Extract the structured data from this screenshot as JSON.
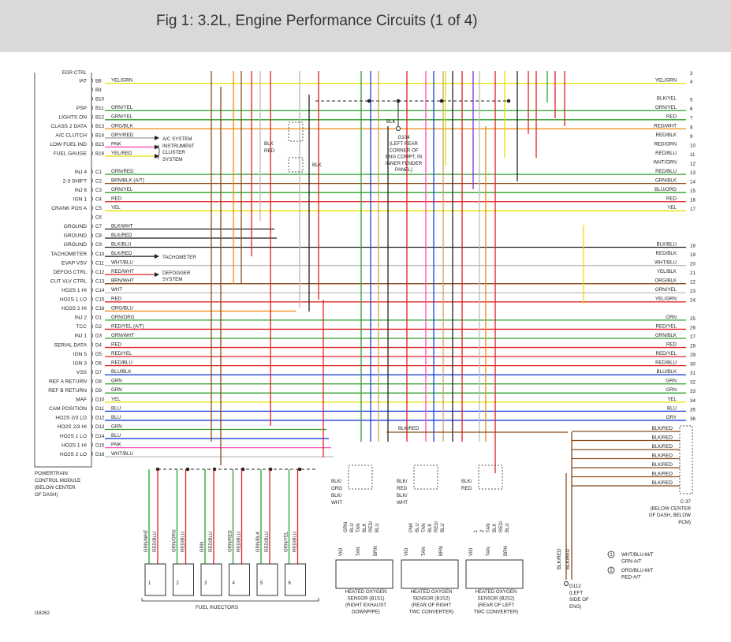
{
  "page": {
    "title": "Fig 1: 3.2L, Engine Performance Circuits (1 of 4)"
  },
  "pcm": {
    "pins": [
      {
        "pin": "B8",
        "label": "IAT",
        "wire": "YEL/GRN",
        "conn": "4",
        "conn_label": "YEL/GRN"
      },
      {
        "pin": "B9",
        "label": "",
        "wire": "",
        "conn": "",
        "conn_label": ""
      },
      {
        "pin": "B10",
        "label": "",
        "wire": "",
        "conn": "5",
        "conn_label": "BLK/YEL"
      },
      {
        "pin": "B11",
        "label": "PSP",
        "wire": "GRN/YEL",
        "conn": "6",
        "conn_label": "GRN/YEL"
      },
      {
        "pin": "B12",
        "label": "LIGHTS ON",
        "wire": "GRN/YEL",
        "conn": "7",
        "conn_label": "RED"
      },
      {
        "pin": "B13",
        "label": "CLASS 2 DATA",
        "wire": "ORG/BLK",
        "conn": "8",
        "conn_label": "RED/WHT"
      },
      {
        "pin": "B14",
        "label": "A/C CLUTCH",
        "wire": "GRY/RED",
        "conn": "9",
        "conn_label": "RED/BLK"
      },
      {
        "pin": "B15",
        "label": "LOW FUEL IND",
        "wire": "PNK",
        "conn": "10",
        "conn_label": "RED/GRN"
      },
      {
        "pin": "B16",
        "label": "FUEL GAUGE",
        "wire": "YEL/RED",
        "conn": "11",
        "conn_label": "RED/BLU"
      },
      {
        "pin": "",
        "label": "",
        "wire": "",
        "conn": "12",
        "conn_label": "WHT/GRN"
      },
      {
        "pin": "C1",
        "label": "INJ 4",
        "wire": "GRN/RED",
        "conn": "13",
        "conn_label": "RED/BLU"
      },
      {
        "pin": "C2",
        "label": "2-3 SHIFT",
        "wire": "BRN/BLK (A/T)",
        "conn": "14",
        "conn_label": "GRN/BLK"
      },
      {
        "pin": "C3",
        "label": "INJ 6",
        "wire": "GRN/YEL",
        "conn": "15",
        "conn_label": "BLU/ORG"
      },
      {
        "pin": "C4",
        "label": "IGN 1",
        "wire": "RED",
        "conn": "16",
        "conn_label": "RED"
      },
      {
        "pin": "C5",
        "label": "CRANK POS A",
        "wire": "YEL",
        "conn": "17",
        "conn_label": "YEL"
      },
      {
        "pin": "C6",
        "label": "",
        "wire": "",
        "conn": "",
        "conn_label": ""
      },
      {
        "pin": "C7",
        "label": "GROUND",
        "wire": "BLK/WHT",
        "conn": "",
        "conn_label": ""
      },
      {
        "pin": "C8",
        "label": "GROUND",
        "wire": "BLK/RED",
        "conn": "",
        "conn_label": ""
      },
      {
        "pin": "C9",
        "label": "GROUND",
        "wire": "BLK/BLU",
        "conn": "18",
        "conn_label": "BLK/BLU"
      },
      {
        "pin": "C10",
        "label": "TACHOMETER",
        "wire": "BLK/RED",
        "conn": "19",
        "conn_label": "RED/BLK"
      },
      {
        "pin": "C11",
        "label": "EVAP VSV",
        "wire": "WHT/BLU",
        "conn": "20",
        "conn_label": "WHT/BLU"
      },
      {
        "pin": "C12",
        "label": "DEFOG CTRL",
        "wire": "RED/WHT",
        "conn": "21",
        "conn_label": "YEL/BLK"
      },
      {
        "pin": "C13",
        "label": "CUT VLV CTRL",
        "wire": "BRN/WHT",
        "conn": "22",
        "conn_label": "ORG/BLK"
      },
      {
        "pin": "C14",
        "label": "HO2S 1 HI",
        "wire": "WHT",
        "conn": "23",
        "conn_label": "GRN/YEL"
      },
      {
        "pin": "C15",
        "label": "HO2S 1 LO",
        "wire": "RED",
        "conn": "24",
        "conn_label": "YEL/GRN"
      },
      {
        "pin": "C16",
        "label": "HO2S 2 HI",
        "wire": "ORG/BLU",
        "conn": "",
        "conn_label": ""
      },
      {
        "pin": "D1",
        "label": "INJ 2",
        "wire": "GRN/ORG",
        "conn": "25",
        "conn_label": "GRN"
      },
      {
        "pin": "D2",
        "label": "TCC",
        "wire": "RED/YEL (A/T)",
        "conn": "26",
        "conn_label": "RED/YEL"
      },
      {
        "pin": "D3",
        "label": "INJ 1",
        "wire": "GRN/WHT",
        "conn": "27",
        "conn_label": "GRN/BLK"
      },
      {
        "pin": "D4",
        "label": "SERIAL DATA",
        "wire": "RED",
        "conn": "28",
        "conn_label": "RED"
      },
      {
        "pin": "D5",
        "label": "IGN 5",
        "wire": "RED/YEL",
        "conn": "29",
        "conn_label": "RED/YEL"
      },
      {
        "pin": "D6",
        "label": "IGN 3",
        "wire": "RED/BLU",
        "conn": "30",
        "conn_label": "RED/BLU"
      },
      {
        "pin": "D7",
        "label": "VSS",
        "wire": "BLU/BLK",
        "conn": "31",
        "conn_label": "BLU/BLK"
      },
      {
        "pin": "D8",
        "label": "REF A RETURN",
        "wire": "GRN",
        "conn": "32",
        "conn_label": "GRN"
      },
      {
        "pin": "D9",
        "label": "REF B RETURN",
        "wire": "GRN",
        "conn": "33",
        "conn_label": "GRN"
      },
      {
        "pin": "D10",
        "label": "MAF",
        "wire": "YEL",
        "conn": "34",
        "conn_label": "YEL"
      },
      {
        "pin": "D11",
        "label": "CAM POSITION",
        "wire": "BLU",
        "conn": "35",
        "conn_label": "BLU"
      },
      {
        "pin": "D12",
        "label": "HO2S 2/3 LO",
        "wire": "BLU",
        "conn": "36",
        "conn_label": "GRY"
      },
      {
        "pin": "D13",
        "label": "HO2S 2/3 HI",
        "wire": "GRN",
        "conn": "",
        "conn_label": ""
      },
      {
        "pin": "D14",
        "label": "HO2S 1 LO",
        "wire": "BLU",
        "conn": "",
        "conn_label": ""
      },
      {
        "pin": "D15",
        "label": "HO2S 1 HI",
        "wire": "PNK",
        "conn": "",
        "conn_label": ""
      },
      {
        "pin": "D16",
        "label": "HO2S 2 LO",
        "wire": "WHT/BLU",
        "conn": "",
        "conn_label": ""
      }
    ],
    "top_cut_label": "EGR CTRL",
    "name": [
      "POWERTRAIN",
      "CONTROL MODULE",
      "(BELOW CENTER",
      "OF DASH)"
    ]
  },
  "callouts": {
    "ac": [
      "A/C SYSTEM",
      "INSTRUMENT",
      "CLUSTER",
      "SYSTEM"
    ],
    "tach": "TACHOMETER",
    "defog": [
      "DEFOGGER",
      "SYSTEM"
    ]
  },
  "splice": {
    "top": "BLK",
    "mid": "RED",
    "right": "BLK"
  },
  "ground_g104": {
    "wire": "BLK",
    "label": [
      "G104",
      "(LEFT REAR",
      "CORNER OF",
      "ENG COMPT, IN",
      "INNER FENDER",
      "PANEL)"
    ]
  },
  "blk_red_run": "BLK/RED",
  "c37": {
    "wires": [
      "BLK/RED",
      "BLK/RED",
      "BLK/RED",
      "BLK/RED",
      "BLK/RED",
      "BLK/RED",
      "BLK/RED"
    ],
    "label": [
      "C-37",
      "(BELOW CENTER",
      "OF DASH, BELOW",
      "PCM)"
    ]
  },
  "g112": {
    "wires": [
      "BLK/RED",
      "BLK/RED"
    ],
    "label": [
      "G112",
      "(LEFT",
      "SIDE OF",
      "ENG)"
    ]
  },
  "legend": [
    {
      "num": "1",
      "lines": [
        "WHT/BLU-M/T",
        "GRN-A/T"
      ]
    },
    {
      "num": "2",
      "lines": [
        "ORG/BLU-M/T",
        "RED-A/T"
      ]
    }
  ],
  "injectors": {
    "label": "FUEL INJECTORS",
    "items": [
      {
        "num": "1",
        "a": "GRN/WHT",
        "b": "RED/BLU"
      },
      {
        "num": "2",
        "a": "GRN/ORG",
        "b": "RED/BLU"
      },
      {
        "num": "3",
        "a": "GRN",
        "b": "RED/BLU"
      },
      {
        "num": "4",
        "a": "GRN/RED",
        "b": "RED/BLU"
      },
      {
        "num": "5",
        "a": "GRN/BLK",
        "b": "RED/BLU"
      },
      {
        "num": "6",
        "a": "GRN/YEL",
        "b": "RED/BLU"
      }
    ]
  },
  "sensors": [
    {
      "title": [
        "HEATED OXYGEN",
        "SENSOR (B1S1)",
        "(RIGHT EXHAUST",
        "DOWNPIPE)"
      ],
      "top": [
        "BLK/",
        "ORG"
      ],
      "top2": [
        "BLK/",
        "WHT"
      ],
      "wires": [
        "GRN",
        "BLU",
        "TAN",
        "BLK",
        "RED/",
        "BLU"
      ],
      "pins": [
        "VIO",
        "TAN",
        "BRN"
      ]
    },
    {
      "title": [
        "HEATED OXYGEN",
        "SENSOR (B1S2)",
        "(REAR OF RIGHT",
        "TWC CONVERTER)"
      ],
      "top": [
        "BLK/",
        "RED"
      ],
      "top2": [
        "BLK/",
        "WHT"
      ],
      "wires": [
        "PNK",
        "BLU",
        "TAN",
        "BLK",
        "RED/",
        "BLU"
      ],
      "pins": [
        "VIO",
        "TAN",
        "BRN"
      ]
    },
    {
      "title": [
        "HEATED OXYGEN",
        "SENSOR (B2S2)",
        "(REAR OF LEFT",
        "TWC CONVERTER)"
      ],
      "top": [
        "BLK/",
        "RED"
      ],
      "top2": [],
      "wires": [
        "1",
        "2",
        "TAN",
        "BLK",
        "RED/",
        "BLU"
      ],
      "pins": [
        "VIO",
        "TAN",
        "BRN"
      ]
    }
  ],
  "figure_id": "I18262",
  "colors": {
    "header_bg": "#d9d9d9",
    "outline": "#555555"
  }
}
